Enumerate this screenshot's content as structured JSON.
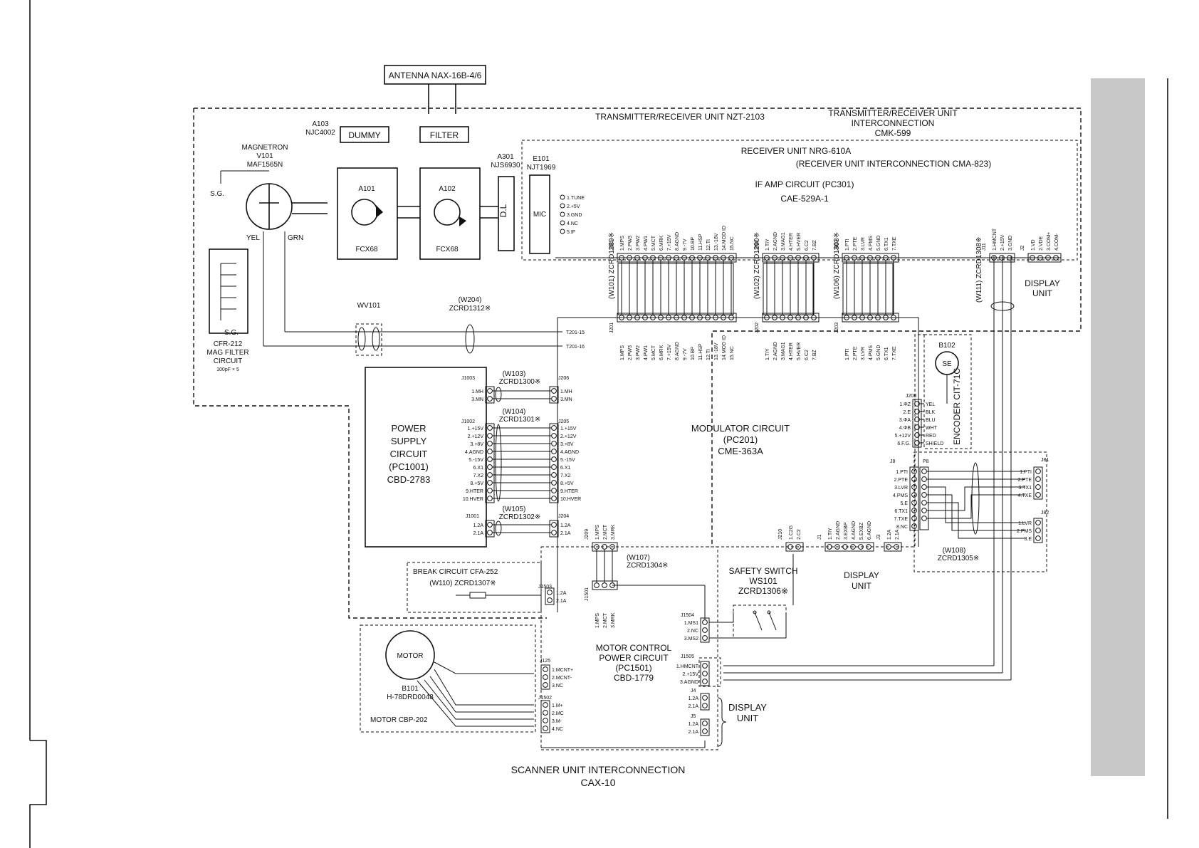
{
  "antenna": "ANTENNA  NAX-16B-4/6",
  "txrx_unit": "TRANSMITTER/RECEIVER UNIT  NZT-2103",
  "txrx_interconnection": {
    "line1": "TRANSMITTER/RECEIVER UNIT",
    "line2": "INTERCONNECTION",
    "line3": "CMK-599"
  },
  "magnetron": {
    "line1": "MAGNETRON",
    "line2": "V101",
    "line3": "MAF1565N",
    "yel": "YEL",
    "grn": "GRN",
    "sg": "S.G."
  },
  "a103": {
    "id": "A103",
    "part": "NJC4002",
    "label": "DUMMY"
  },
  "filter": "FILTER",
  "a101": {
    "id": "A101",
    "part": "FCX68"
  },
  "a102": {
    "id": "A102",
    "part": "FCX68"
  },
  "a301": {
    "id": "A301",
    "part": "NJS6930",
    "dl": "D.L"
  },
  "e101": {
    "id": "E101",
    "part": "NJT1969",
    "mic": "MIC",
    "pins": [
      "1.TUNE",
      "2.+5V",
      "3.GND",
      "4.NC",
      "5.IF"
    ]
  },
  "receiver_unit": {
    "title": "RECEIVER UNIT  NRG-610A",
    "interconnection": "(RECEIVER UNIT INTERCONNECTION  CMA-823)"
  },
  "if_amp": {
    "line1": "IF AMP CIRCUIT  (PC301)",
    "line2": "CAE-529A-1"
  },
  "j301_pins": [
    "1.MPS",
    "2.PW3",
    "3.PW2",
    "4.PW1",
    "5.MCT",
    "6.MRK",
    "7.+15V",
    "8.AGND",
    "9.-7V",
    "10.BP",
    "11.HSP",
    "12.TI",
    "13.-18V",
    "14.MOD ID",
    "15.NC"
  ],
  "j302_pins": [
    "1.TIY",
    "2.AGND",
    "3.MAG1",
    "4.HTER",
    "5.HVER",
    "6.C2",
    "7.BZ"
  ],
  "j303_pins": [
    "1.PTI",
    "2.PTE",
    "3.LVR",
    "4.PMS",
    "5.GND",
    "6.TX1",
    "7.TXE"
  ],
  "j11_pins": [
    "1.HMCNT",
    "2.+15V",
    "3.GND"
  ],
  "j2_pins": [
    "1.VD",
    "2.VDE",
    "3.COM+",
    "4.COM-"
  ],
  "connectors": {
    "j301": "J301",
    "j302": "J302",
    "j303": "J303",
    "j11": "J11",
    "j2": "J2",
    "j201": "J201",
    "j202": "J202",
    "j203": "J203",
    "j1003": "J1003",
    "j206": "J206",
    "j1002": "J1002",
    "j205": "J205",
    "j1001": "J1001",
    "j204": "J204",
    "j209": "J209",
    "j210": "J210",
    "j1": "J1",
    "j3": "J3",
    "j8": "J8",
    "p8": "P8",
    "j81": "J81",
    "j82": "J82",
    "j208": "J208",
    "j1503": "J1503",
    "j1501": "J1501",
    "j1504": "J1504",
    "j1505": "J1505",
    "j125": "J125",
    "j1502": "J1502",
    "j4": "J4",
    "j5": "J5"
  },
  "cables": {
    "w101": "(W101) ZCRD1289※",
    "w102": "(W102) ZCRD1290※",
    "w106": "(W106) ZCRD1303※",
    "w111": "(W111) ZCRD1308※",
    "w204": "(W204)",
    "w204b": "ZCRD1312※",
    "w103": "(W103)",
    "w103b": "ZCRD1300※",
    "w104": "(W104)",
    "w104b": "ZCRD1301※",
    "w105": "(W105)",
    "w105b": "ZCRD1302※",
    "w107": "(W107)",
    "w107b": "ZCRD1304※",
    "w110": "(W110)  ZCRD1307※",
    "w108": "(W108)",
    "w108b": "ZCRD1305※"
  },
  "display_unit_1": {
    "line1": "DISPLAY",
    "line2": "UNIT"
  },
  "wv101": "WV101",
  "t201": [
    "T201-15",
    "T201-16"
  ],
  "mag_filter": {
    "sg": "S.G.",
    "line1": "CFR-212",
    "line2": "MAG FILTER",
    "line3": "CIRCUIT",
    "line4": "100pF × 5"
  },
  "b102": {
    "id": "B102",
    "se": "SE",
    "encoder": "ENCODER  CIT-71C",
    "wires": [
      "YEL",
      "BLK",
      "BLU",
      "WHT",
      "RED",
      "SHIELD"
    ]
  },
  "j208_pins": [
    "1.ΦZ",
    "2.E",
    "3.ΦA",
    "4.ΦB",
    "5.+12V",
    "6.F.G."
  ],
  "modulator": {
    "line1": "MODULATOR CIRCUIT",
    "line2": "(PC201)",
    "line3": "CME-363A"
  },
  "power_supply": {
    "line1": "POWER",
    "line2": "SUPPLY",
    "line3": "CIRCUIT",
    "line4": "(PC1001)",
    "line5": "CBD-2783"
  },
  "j1003_pins": [
    "1.MH",
    "3.MN"
  ],
  "j206_pins": [
    "1.MH",
    "3.MN"
  ],
  "j1002_pins": [
    "1.+15V",
    "2.+12V",
    "3.+8V",
    "4.AGND",
    "5.-15V",
    "6.X1",
    "7.X2",
    "8.+5V",
    "9.HTER",
    "10.HVER"
  ],
  "j205_pins": [
    "1.+15V",
    "2.+12V",
    "3.+8V",
    "4.AGND",
    "5.-15V",
    "6.X1",
    "7.X2",
    "8.+5V",
    "9.HTER",
    "10.HVER"
  ],
  "j1001_pins": [
    "1.2A",
    "2.1A"
  ],
  "j204_pins": [
    "1.2A",
    "2.1A"
  ],
  "j209_pins": [
    "1.MPS",
    "2.MCT",
    "3.MRK"
  ],
  "j210_pins": [
    "1.C2G",
    "2.C2"
  ],
  "j1_pins": [
    "1.TIY",
    "2.AGND",
    "3.EXBP",
    "4.AGND",
    "5.EXBZ",
    "6.AGND"
  ],
  "j3_pins": [
    "1.2A",
    "2.1A"
  ],
  "j8_pins": [
    "1.PTI",
    "2.PTE",
    "3.LVR",
    "4.PMS",
    "5.E",
    "6.TX1",
    "7.TXE",
    "8.NC"
  ],
  "j81_pins": [
    "1.PTI",
    "2.PTE",
    "3.TX1",
    "4.TXE"
  ],
  "j82_pins": [
    "1.LVR",
    "2.PMS",
    "3.E"
  ],
  "display_unit_2": {
    "line1": "DISPLAY",
    "line2": "UNIT"
  },
  "break_circuit": "BREAK CIRCUIT  CFA-252",
  "j1503_pins": [
    "1.2A",
    "2.1A"
  ],
  "j1501_pins": [
    "1.MPS",
    "2.MCT",
    "3.MRK"
  ],
  "safety_switch": {
    "line1": "SAFETY SWITCH",
    "line2": "WS101",
    "line3": "ZCRD1306※"
  },
  "j1504_pins": [
    "1.MS1",
    "2.NC",
    "3.MS2"
  ],
  "motor_control": {
    "line1": "MOTOR CONTROL",
    "line2": "POWER CIRCUIT",
    "line3": "(PC1501)",
    "line4": "CBD-1779"
  },
  "j1505_pins": [
    "1.HMCNT",
    "2.+15V",
    "3.AGND"
  ],
  "motor": {
    "label": "MOTOR",
    "id": "B101",
    "part": "H-78DRD0048",
    "box": "MOTOR  CBP-202"
  },
  "j125_pins": [
    "1.MCNT+",
    "2.MCNT-",
    "3.NC"
  ],
  "j1502_pins": [
    "1.M+",
    "2.MC",
    "3.M-",
    "4.NC"
  ],
  "j4_pins": [
    "1.2A",
    "2.1A"
  ],
  "j5_pins": [
    "1.2A",
    "2.1A"
  ],
  "display_unit_3": {
    "line1": "DISPLAY",
    "line2": "UNIT"
  },
  "scanner": {
    "line1": "SCANNER UNIT INTERCONNECTION",
    "line2": "CAX-10"
  }
}
